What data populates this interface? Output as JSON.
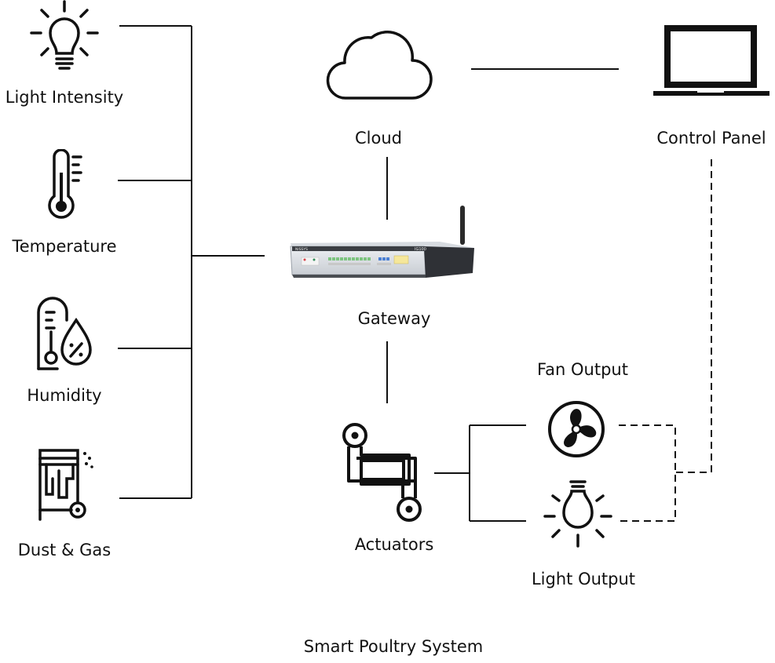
{
  "title": "Smart Poultry System",
  "sensors": [
    {
      "label": "Light Intensity",
      "icon": "light-bulb-icon"
    },
    {
      "label": "Temperature",
      "icon": "thermometer-icon"
    },
    {
      "label": "Humidity",
      "icon": "humidity-icon"
    },
    {
      "label": "Dust & Gas",
      "icon": "dust-gas-sensor-icon"
    }
  ],
  "cloud": {
    "label": "Cloud",
    "icon": "cloud-icon"
  },
  "control_panel": {
    "label": "Control Panel",
    "icon": "laptop-icon"
  },
  "gateway": {
    "label": "Gateway",
    "icon": "gateway-router-icon",
    "device_brand": "NISSYS",
    "device_model": "IG100"
  },
  "actuators": {
    "label": "Actuators",
    "icon": "actuator-icon"
  },
  "outputs": [
    {
      "label": "Fan Output",
      "icon": "fan-icon"
    },
    {
      "label": "Light Output",
      "icon": "light-bulb-output-icon"
    }
  ]
}
